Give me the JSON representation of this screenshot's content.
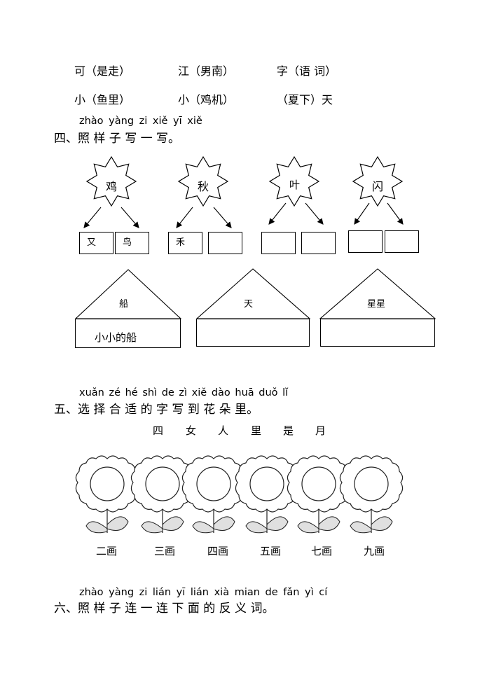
{
  "section3": {
    "row1": [
      {
        "text": "可（是走）"
      },
      {
        "text": "江（男南）"
      },
      {
        "text": "字（语 词）"
      }
    ],
    "row2": [
      {
        "text": "小（鱼里）"
      },
      {
        "text": "小（鸡机）"
      },
      {
        "text": "（夏下）天"
      }
    ]
  },
  "section4": {
    "pinyin": "zhào yàng zi xiě yī xiě",
    "title": "四、照 样 子 写 一 写。",
    "stars": [
      "鸡",
      "秋",
      "叶",
      "闪"
    ],
    "boxes": [
      "又",
      "鸟",
      "禾",
      "",
      "",
      "",
      "",
      ""
    ],
    "roofs": [
      "船",
      "天",
      "星星"
    ],
    "house_answers": [
      "小小的船",
      "",
      ""
    ]
  },
  "section5": {
    "pinyin": "xuǎn zé hé shì de zì xiě dào huā duǒ lǐ",
    "title": "五、选 择 合 适 的 字 写 到 花 朵 里。",
    "characters": [
      "四",
      "女",
      "人",
      "里",
      "是",
      "月"
    ],
    "stroke_labels": [
      "二画",
      "三画",
      "四画",
      "五画",
      "七画",
      "九画"
    ]
  },
  "section6": {
    "pinyin": "zhào yàng zi lián yī lián xià mian de fǎn yì cí",
    "title": "六、照 样 子 连 一 连 下 面 的 反 义 词。"
  }
}
